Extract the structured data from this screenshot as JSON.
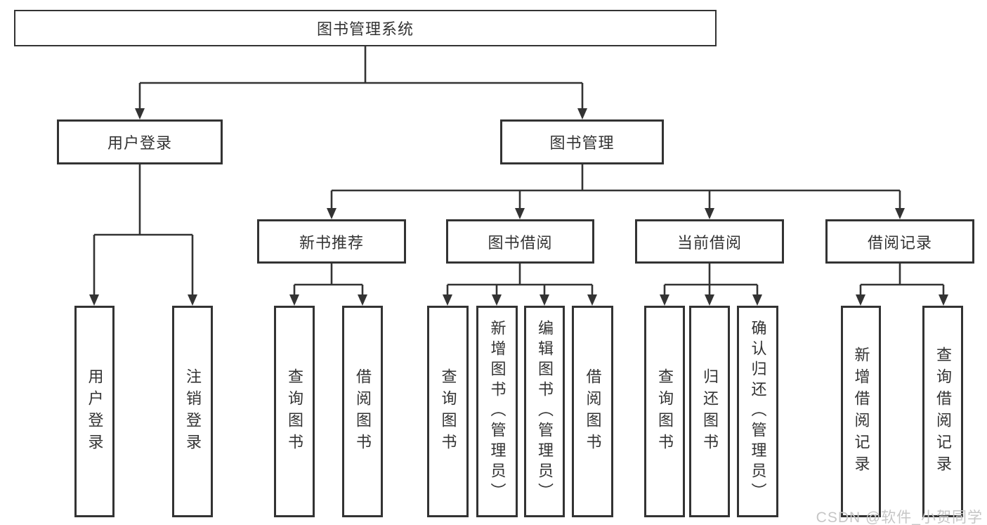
{
  "tree": {
    "label": "图书管理系统",
    "children": [
      {
        "label": "用户登录",
        "children": [
          {
            "label": "用户登录"
          },
          {
            "label": "注销登录"
          }
        ]
      },
      {
        "label": "图书管理",
        "children": [
          {
            "label": "新书推荐",
            "children": [
              {
                "label": "查询图书"
              },
              {
                "label": "借阅图书"
              }
            ]
          },
          {
            "label": "图书借阅",
            "children": [
              {
                "label": "查询图书"
              },
              {
                "label": "新增图书（管理员）"
              },
              {
                "label": "编辑图书（管理员）"
              },
              {
                "label": "借阅图书"
              }
            ]
          },
          {
            "label": "当前借阅",
            "children": [
              {
                "label": "查询图书"
              },
              {
                "label": "归还图书"
              },
              {
                "label": "确认归还（管理员）"
              }
            ]
          },
          {
            "label": "借阅记录",
            "children": [
              {
                "label": "新增借阅记录"
              },
              {
                "label": "查询借阅记录"
              }
            ]
          }
        ]
      }
    ]
  },
  "watermark": {
    "text": "CSDN @软件_小贺同学"
  },
  "colors": {
    "line": "#333333",
    "text": "#333333",
    "background": "#ffffff",
    "watermark": "#c6c6c6"
  }
}
